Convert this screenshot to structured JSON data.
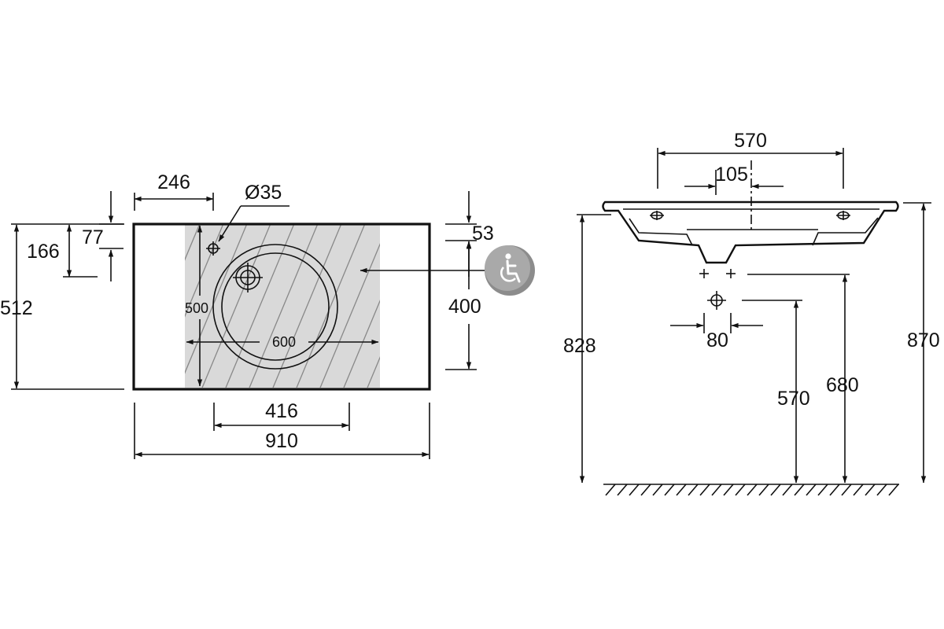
{
  "plan_view": {
    "dim_246": "246",
    "dim_diameter_35": "Ø35",
    "dim_77": "77",
    "dim_166": "166",
    "dim_512": "512",
    "dim_53": "53",
    "dim_400": "400",
    "dim_500": "500",
    "dim_600": "600",
    "dim_416": "416",
    "dim_910": "910"
  },
  "side_view": {
    "dim_570_top": "570",
    "dim_105": "105",
    "dim_80": "80",
    "dim_828": "828",
    "dim_570_height": "570",
    "dim_680": "680",
    "dim_870": "870"
  },
  "icons": {
    "accessibility": "wheelchair-icon"
  },
  "colors": {
    "line": "#111111",
    "hatch_zone": "#d9d9d9",
    "badge": "#8c8c8c"
  }
}
